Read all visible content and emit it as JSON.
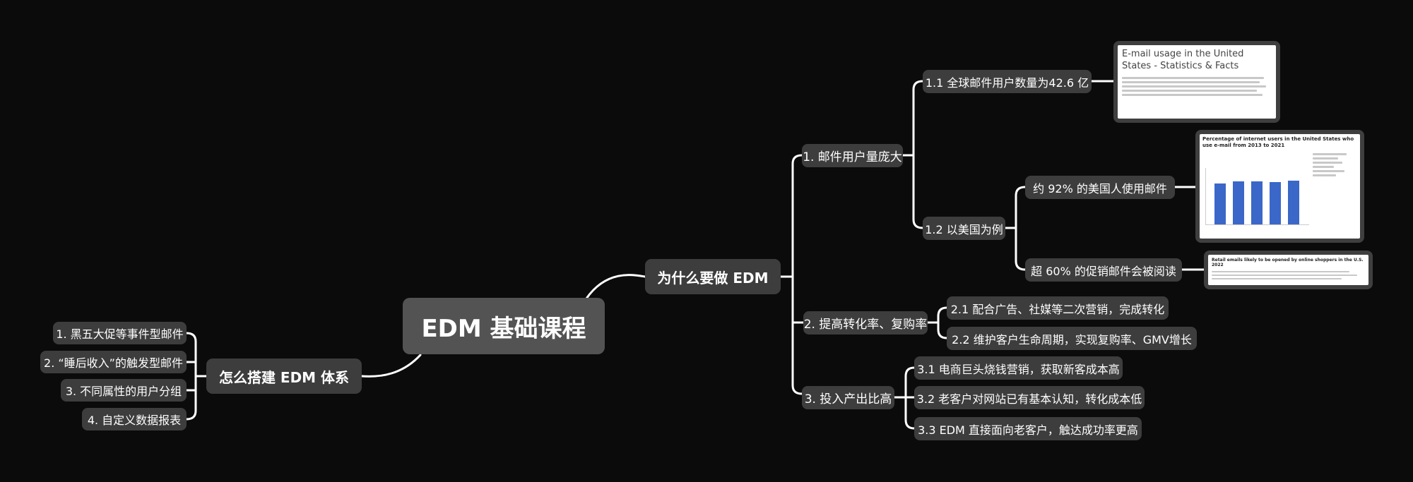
{
  "root": "EDM 基础课程",
  "branch_why": "为什么要做 EDM",
  "branch_how": "怎么搭建 EDM 体系",
  "why": {
    "b1": "1. 邮件用户量庞大",
    "b1_1": "1.1 全球邮件用户数量为42.6 亿",
    "b1_2": "1.2 以美国为例",
    "b1_2a": "约 92% 的美国人使用邮件",
    "b1_2b": "超 60% 的促销邮件会被阅读",
    "b2": "2. 提高转化率、复购率",
    "b2_1": "2.1 配合广告、社媒等二次营销，完成转化",
    "b2_2": "2.2 维护客户生命周期，实现复购率、GMV增长",
    "b3": "3. 投入产出比高",
    "b3_1": "3.1 电商巨头烧钱营销，获取新客成本高",
    "b3_2": "3.2 老客户对网站已有基本认知，转化成本低",
    "b3_3": "3.3 EDM 直接面向老客户，触达成功率更高"
  },
  "how": {
    "i1": "1. 黑五大促等事件型邮件",
    "i2": "2. “睡后收入”的触发型邮件",
    "i3": "3. 不同属性的用户分组",
    "i4": "4. 自定义数据报表"
  },
  "thumbs": {
    "t1_title": "E-mail usage in the United States - Statistics & Facts",
    "t2_title": "Percentage of internet users in the United States who use e-mail from 2013 to 2021",
    "t3_title": "Retail emails likely to be opened by online shoppers in the U.S. 2022"
  },
  "colors": {
    "background": "#0b0b0b",
    "node": "#3d3d3d",
    "root": "#535353",
    "line": "#ffffff",
    "bars": "#3a67c8"
  }
}
